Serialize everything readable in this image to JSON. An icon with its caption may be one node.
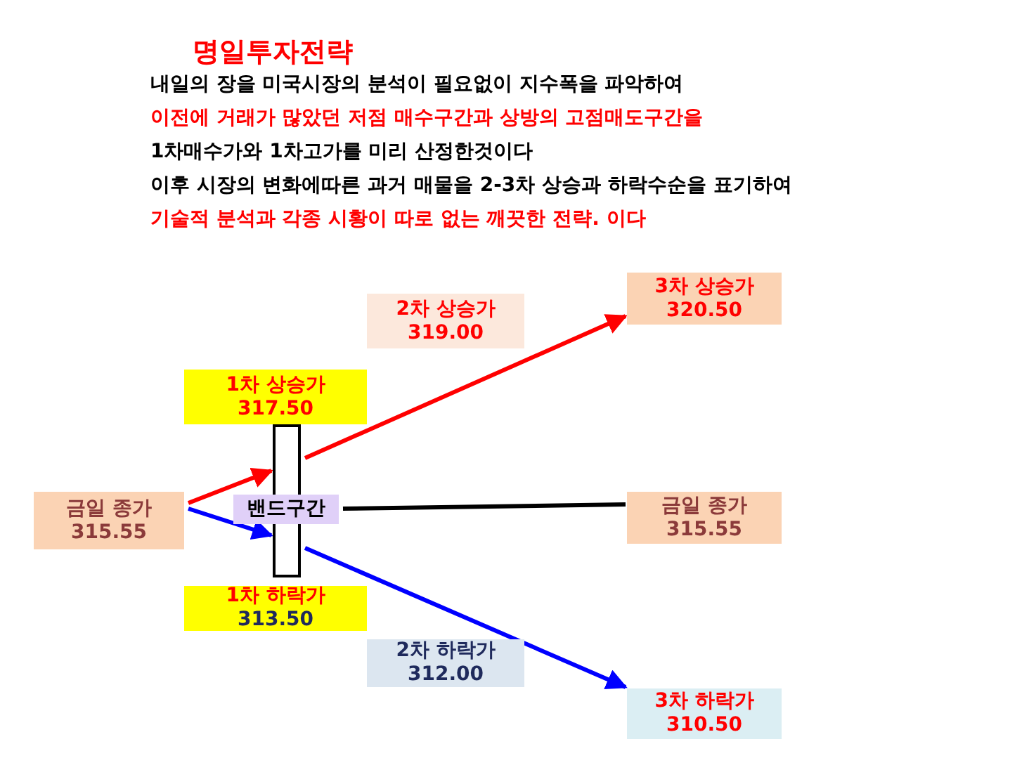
{
  "diagram": {
    "title": "명일투자전략",
    "nodes": [
      {
        "text": [
          "금일 종가",
          "315.55"
        ]
      },
      {
        "text": [
          "1차 상승가",
          "317.50"
        ]
      },
      {
        "text": [
          "밴드구간"
        ]
      },
      {
        "text": [
          "1차 하락가",
          "313.50"
        ]
      },
      {
        "text": [
          "2차 상승가",
          "319.00"
        ]
      },
      {
        "text": [
          "3차 상승가",
          "320.50"
        ]
      },
      {
        "text": [
          "금일 종가",
          "315.55"
        ]
      },
      {
        "text": [
          "2차 하락가",
          "312.00"
        ]
      },
      {
        "text": [
          "3차 하락가",
          "310.50"
        ]
      }
    ],
    "edges": [
      {
        "from": 0,
        "to": 2,
        "arrow": "to",
        "color": "#ff0000"
      },
      {
        "from": 2,
        "to": 5,
        "arrow": "to",
        "color": "#ff0000"
      },
      {
        "from": 0,
        "to": 2,
        "arrow": "to",
        "color": "#0000ff"
      },
      {
        "from": 2,
        "to": 8,
        "arrow": "to",
        "color": "#0000ff"
      },
      {
        "from": 2,
        "to": 6,
        "arrow": "none",
        "color": "#000000"
      }
    ],
    "labels": [
      "내일의 장을 미국시장의 분석이 필요없이 지수폭을 파악하여",
      "이전에 거래가 많았던 저점 매수구간과 상방의 고점매도구간을",
      "1차매수가와 1차고가를 미리 산정한것이다",
      "이후 시장의 변화에따른 과거 매물을 2-3차 상승과 하락수순을 표기하여",
      "기술적 분석과 각종 시황이 따로 없는 깨끗한 전략. 이다"
    ]
  }
}
